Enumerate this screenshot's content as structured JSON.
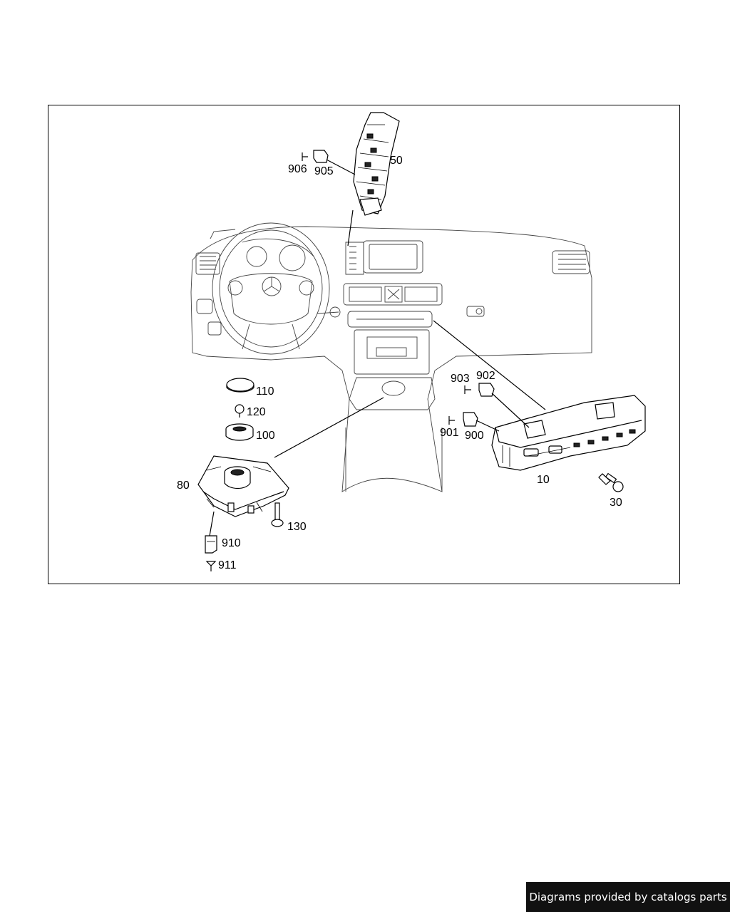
{
  "labels": {
    "p50": "50",
    "p905": "905",
    "p906": "906",
    "p110": "110",
    "p120": "120",
    "p100": "100",
    "p80": "80",
    "p130": "130",
    "p910": "910",
    "p911": "911",
    "p903": "903",
    "p902": "902",
    "p901": "901",
    "p900": "900",
    "p10": "10",
    "p30": "30"
  },
  "footer": {
    "text": "Diagrams provided by catalogs parts"
  }
}
